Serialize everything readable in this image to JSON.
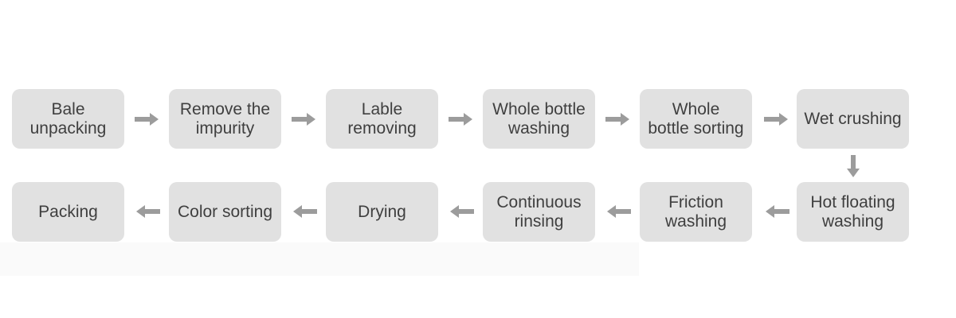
{
  "diagram": {
    "steps": [
      {
        "id": "bale-unpacking",
        "label": "Bale\nunpacking"
      },
      {
        "id": "remove-impurity",
        "label": "Remove the\nimpurity"
      },
      {
        "id": "lable-removing",
        "label": "Lable\nremoving"
      },
      {
        "id": "whole-bottle-washing",
        "label": "Whole bottle\nwashing"
      },
      {
        "id": "whole-bottle-sorting",
        "label": "Whole\nbottle sorting"
      },
      {
        "id": "wet-crushing",
        "label": "Wet crushing"
      },
      {
        "id": "hot-floating-washing",
        "label": "Hot floating\nwashing"
      },
      {
        "id": "friction-washing",
        "label": "Friction\nwashing"
      },
      {
        "id": "continuous-rinsing",
        "label": "Continuous\nrinsing"
      },
      {
        "id": "drying",
        "label": "Drying"
      },
      {
        "id": "color-sorting",
        "label": "Color sorting"
      },
      {
        "id": "packing",
        "label": "Packing"
      }
    ],
    "flow_direction": [
      "right",
      "right",
      "right",
      "right",
      "right",
      "down",
      "left",
      "left",
      "left",
      "left",
      "left"
    ],
    "colors": {
      "box_fill": "#e1e1e1",
      "text": "#3f3f3f",
      "arrow": "#9c9c9c"
    }
  }
}
